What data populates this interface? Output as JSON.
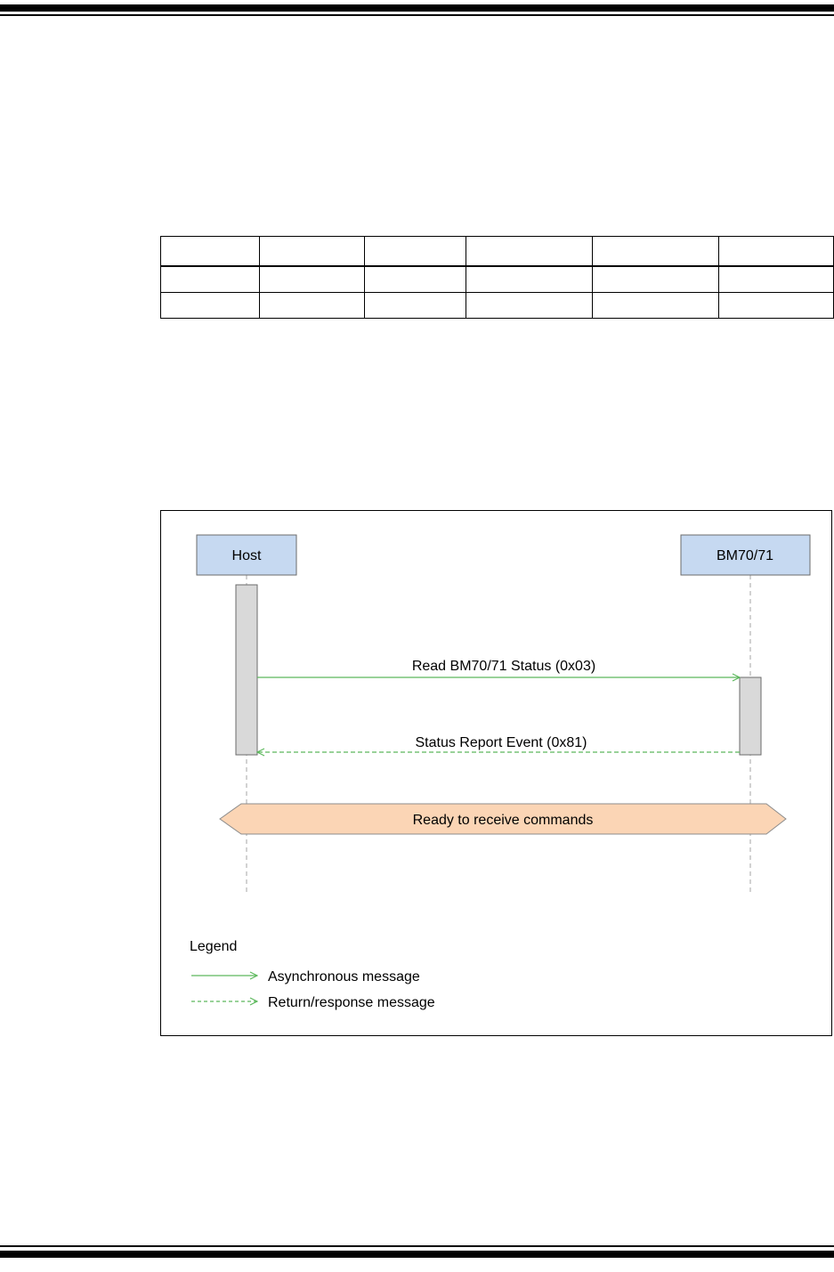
{
  "diagram": {
    "participants": [
      {
        "id": "host",
        "label": "Host"
      },
      {
        "id": "bm",
        "label": "BM70/71"
      }
    ],
    "messages": [
      {
        "label": "Read BM70/71 Status (0x03)",
        "from": "Host",
        "to": "BM70/71",
        "kind": "asynchronous"
      },
      {
        "label": "Status Report Event (0x81)",
        "from": "BM70/71",
        "to": "Host",
        "kind": "return"
      }
    ],
    "state_banner": "Ready to receive commands",
    "legend": {
      "title": "Legend",
      "items": [
        {
          "label": "Asynchronous message",
          "style": "solid"
        },
        {
          "label": "Return/response message",
          "style": "dashed"
        }
      ]
    },
    "colors": {
      "participant_fill": "#c6d9f1",
      "participant_stroke": "#6b6b6b",
      "activation_fill": "#d9d9d9",
      "arrow": "#5cb85c",
      "banner_fill": "#fbd5b5",
      "lifeline": "#a6a6a6"
    }
  }
}
